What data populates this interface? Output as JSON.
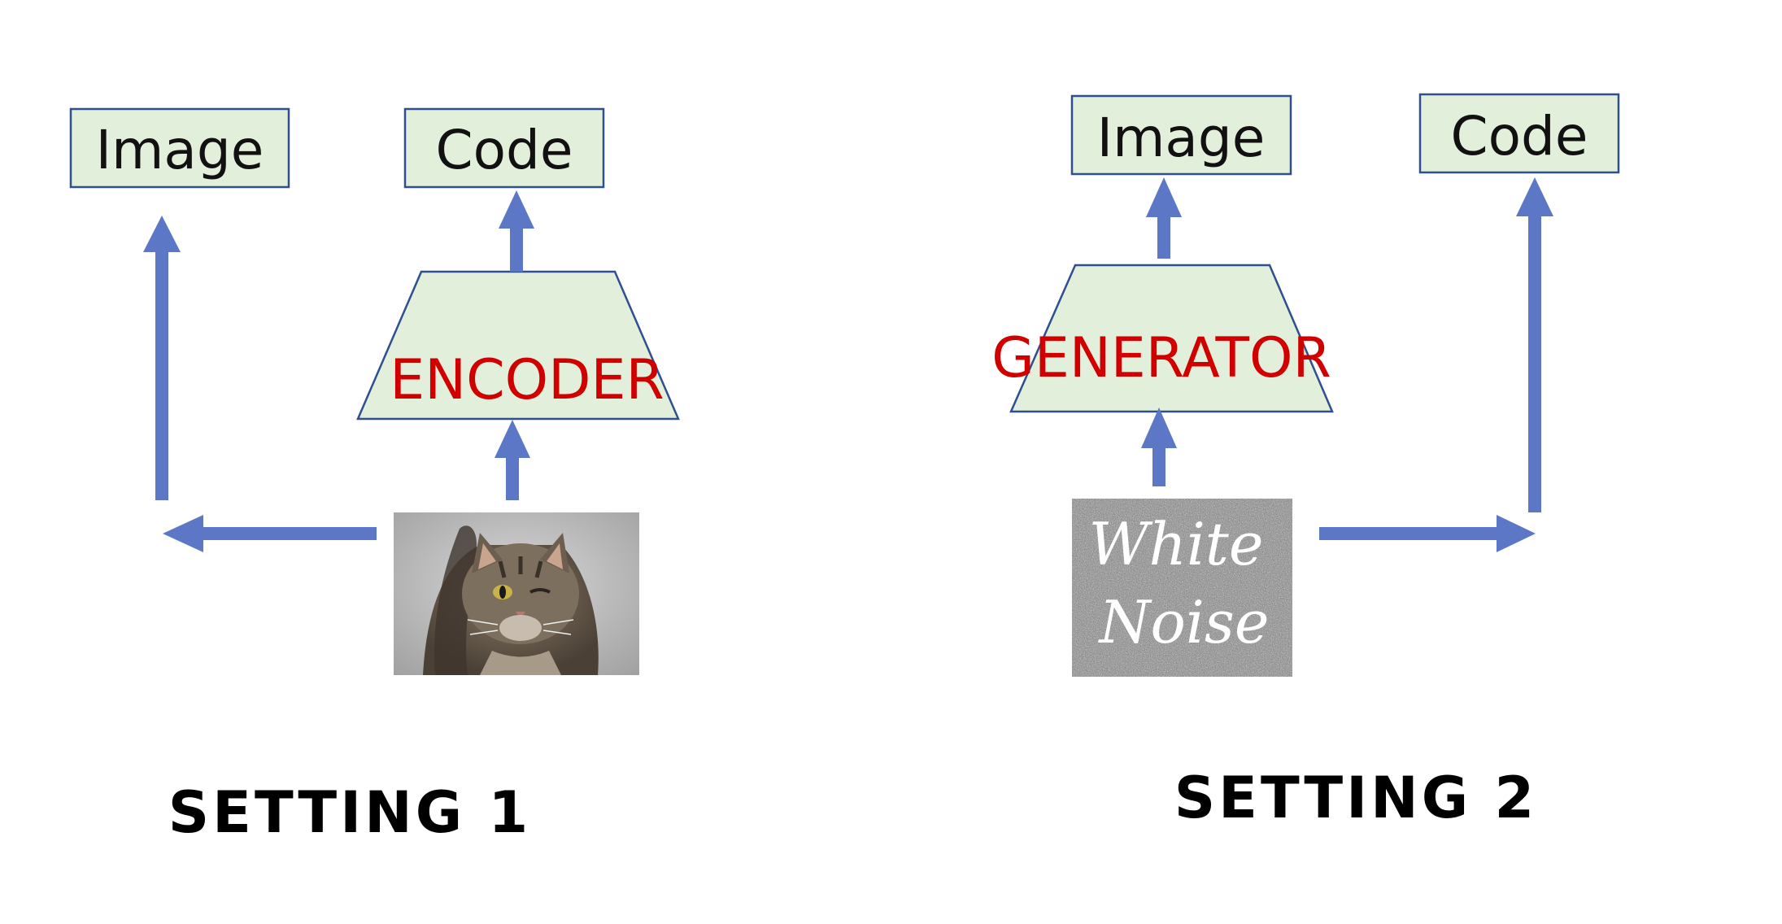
{
  "setting1": {
    "image_label": "Image",
    "code_label": "Code",
    "block_label": "ENCODER",
    "input_image": "cat photo",
    "caption": "SETTING 1"
  },
  "setting2": {
    "image_label": "Image",
    "code_label": "Code",
    "block_label": "GENERATOR",
    "noise_line1": "White",
    "noise_line2": "Noise",
    "caption": "SETTING 2"
  },
  "colors": {
    "box_fill": "#e2efda",
    "box_border": "#2f4f8f",
    "arrow": "#5b77c6",
    "block_label": "#d10000"
  }
}
